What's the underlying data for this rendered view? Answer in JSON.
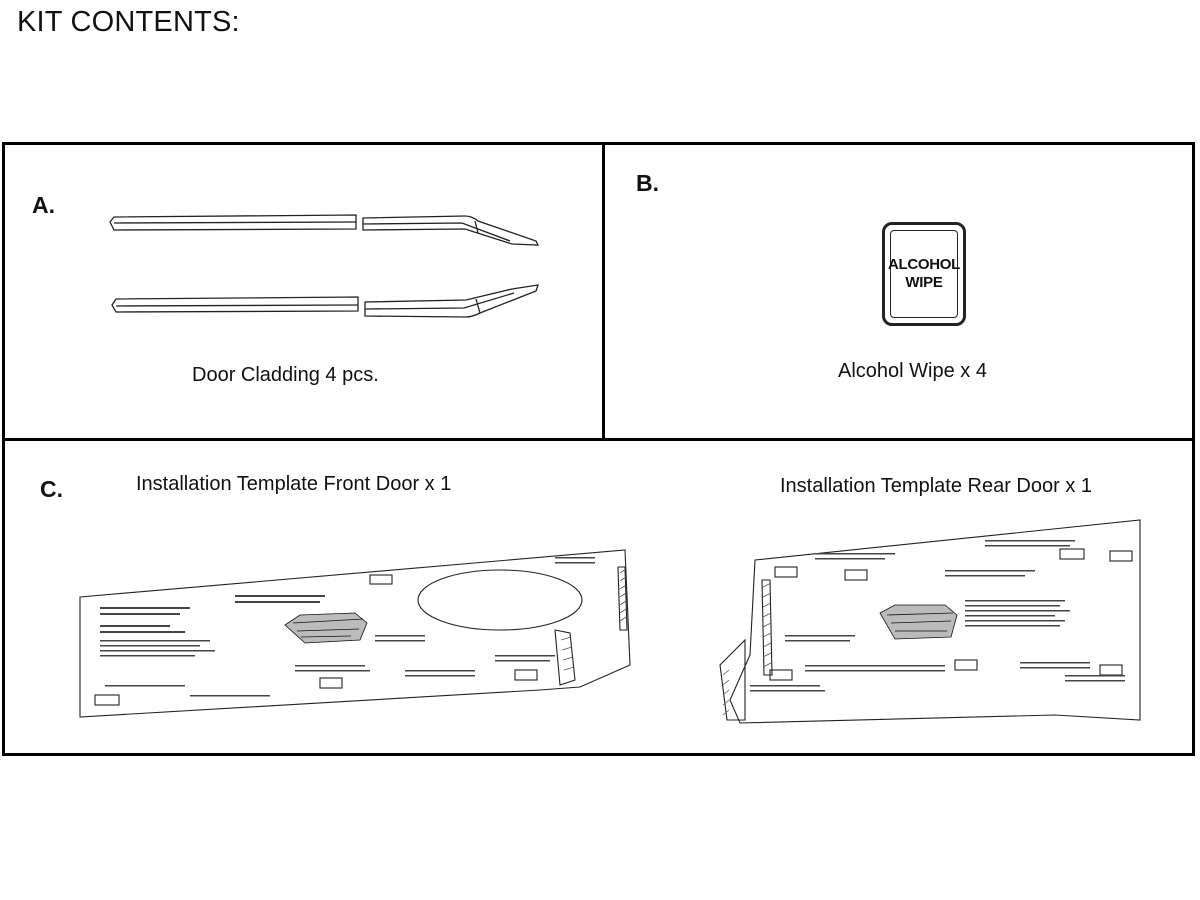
{
  "kit": {
    "title": "KIT CONTENTS:"
  },
  "sections": {
    "a": {
      "letter": "A.",
      "caption": "Door Cladding 4 pcs."
    },
    "b": {
      "letter": "B.",
      "caption": "Alcohol Wipe x 4",
      "pack": {
        "line1": "ALCOHOL",
        "line2": "WIPE"
      }
    },
    "c": {
      "letter": "C.",
      "front_caption": "Installation Template Front Door x 1",
      "rear_caption": "Installation Template  Rear Door x 1"
    }
  },
  "colors": {
    "ink": "#111111",
    "frame": "#000000",
    "hatch": "#555555"
  },
  "icons": [
    "door-cladding-drawing",
    "alcohol-wipe-packet",
    "front-door-template-drawing",
    "rear-door-template-drawing"
  ]
}
